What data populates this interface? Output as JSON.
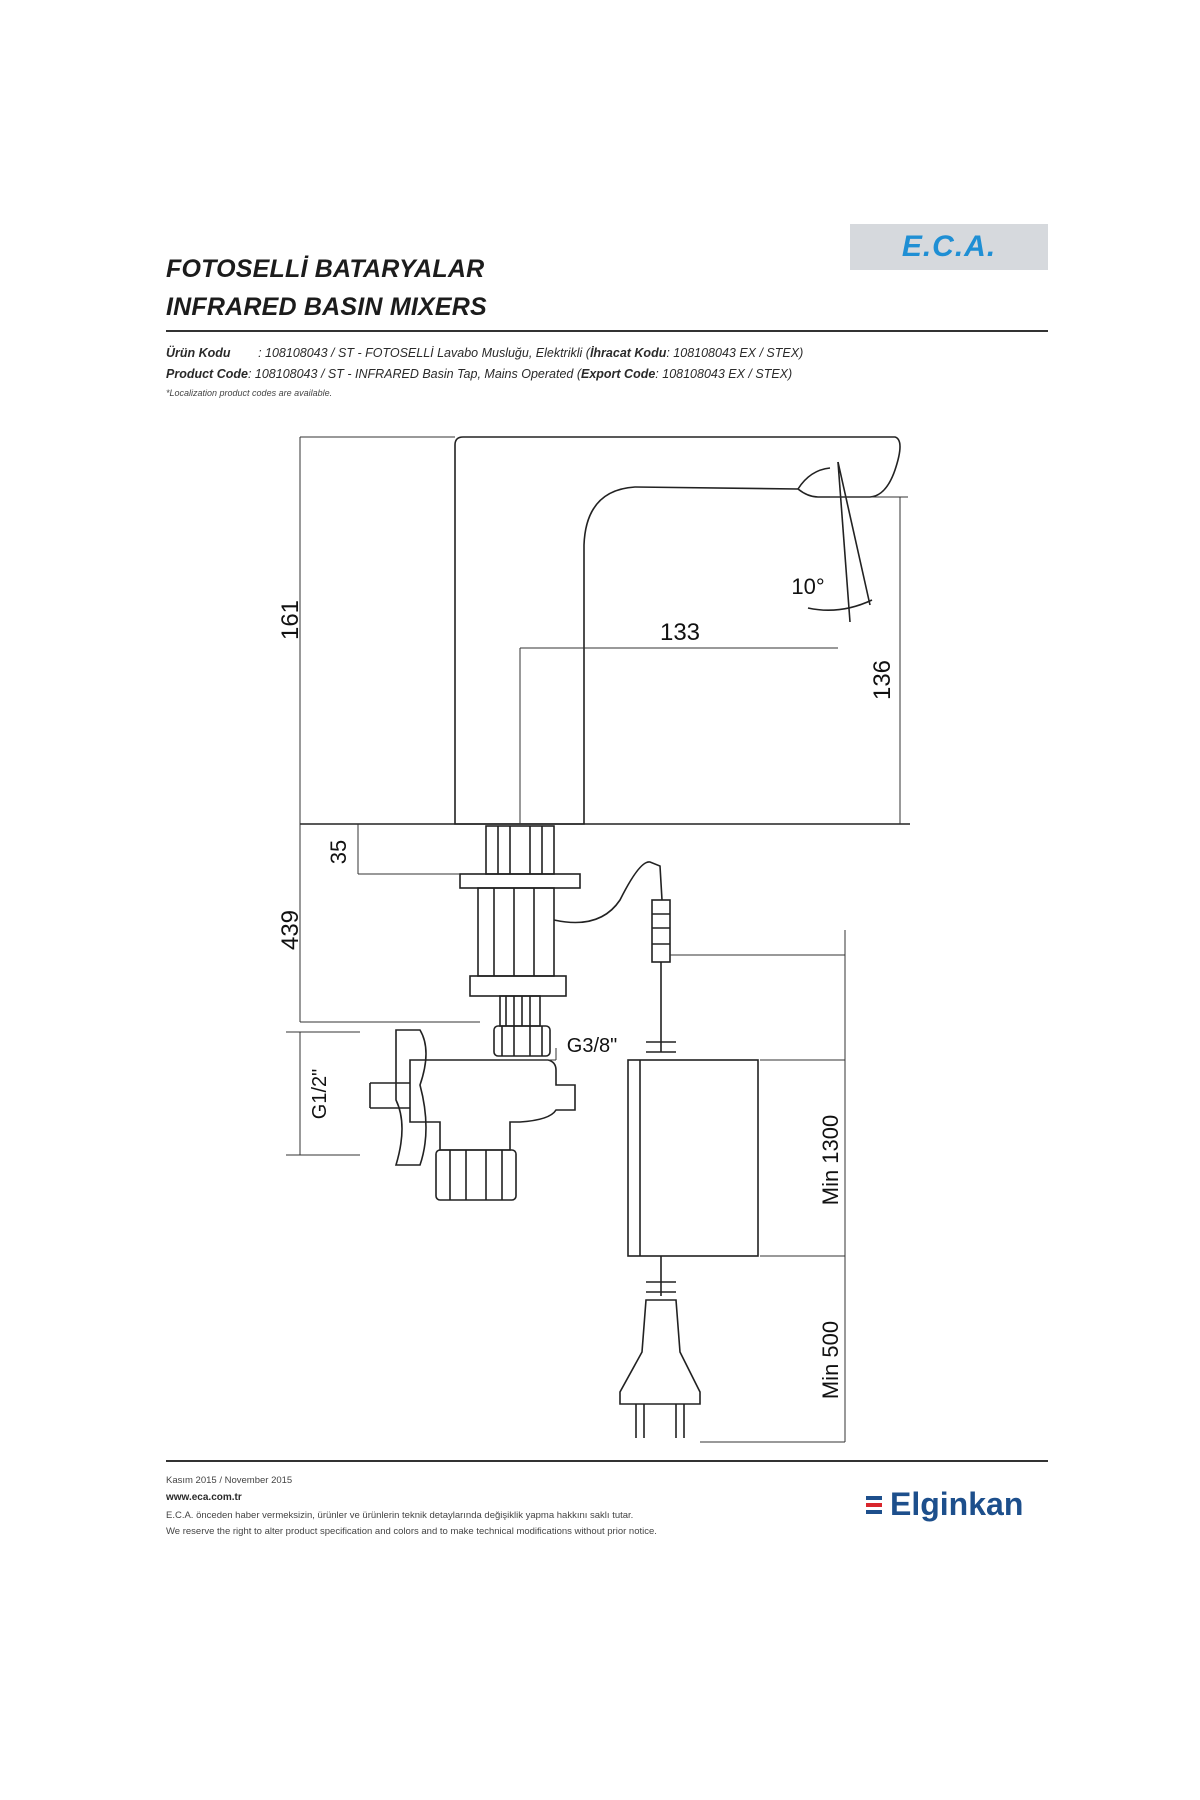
{
  "header": {
    "title_tr": "FOTOSELLİ BATARYALAR",
    "title_en": "INFRARED BASIN MIXERS",
    "logo_text": "E.C.A."
  },
  "codes": {
    "tr_label": "Ürün Kodu",
    "tr_value": ": 108108043 / ST - FOTOSELLİ Lavabo Musluğu, Elektrikli (",
    "tr_export_label": "İhracat Kodu",
    "tr_export_value": ": 108108043 EX / STEX)",
    "en_label": "Product Code",
    "en_value": ": 108108043 / ST - INFRARED Basin Tap, Mains Operated (",
    "en_export_label": "Export Code",
    "en_export_value": ": 108108043 EX / STEX)",
    "note": "*Localization product codes are available."
  },
  "drawing": {
    "dim_height_total": "161",
    "dim_reach": "133",
    "dim_spout_height": "136",
    "dim_angle": "10°",
    "dim_shank_35": "35",
    "dim_hose_439": "439",
    "dim_thread_in": "G1/2\"",
    "dim_thread_out": "G3/8\"",
    "dim_cable_min_1300": "Min 1300",
    "dim_cable_min_500": "Min 500"
  },
  "footer": {
    "date": "Kasım 2015 / November 2015",
    "url": "www.eca.com.tr",
    "disclaimer_tr": "E.C.A. önceden haber vermeksizin, ürünler ve ürünlerin teknik detaylarında değişiklik yapma hakkını saklı tutar.",
    "disclaimer_en": "We reserve the right to alter product specification and colors and to make technical modifications without prior notice.",
    "brand": "Elginkan"
  },
  "colors": {
    "logo_bg": "#d6d9dd",
    "logo_text": "#1f8fd4",
    "brand_blue": "#1d4f8c",
    "brand_red": "#d9262c"
  }
}
